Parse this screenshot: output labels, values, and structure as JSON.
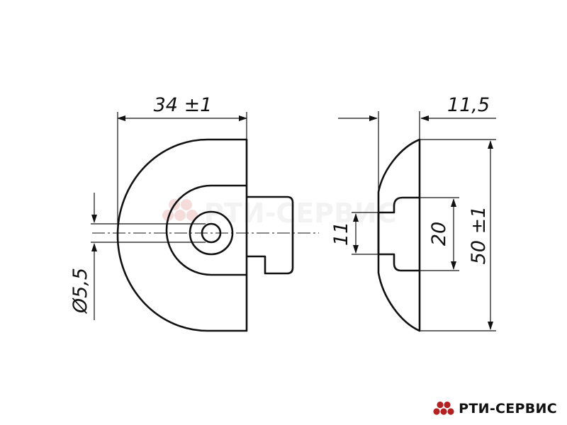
{
  "dimensions": {
    "width": "34 ±1",
    "thickness": "11,5",
    "hole_diameter": "Ø5,5",
    "slot_width": "11",
    "inner_height": "20",
    "height": "50 ±1"
  },
  "watermark": "РТИ-СЕРВИС",
  "brand": {
    "name": "РТИ-СЕРВИС",
    "logo_color": "#b22222"
  }
}
